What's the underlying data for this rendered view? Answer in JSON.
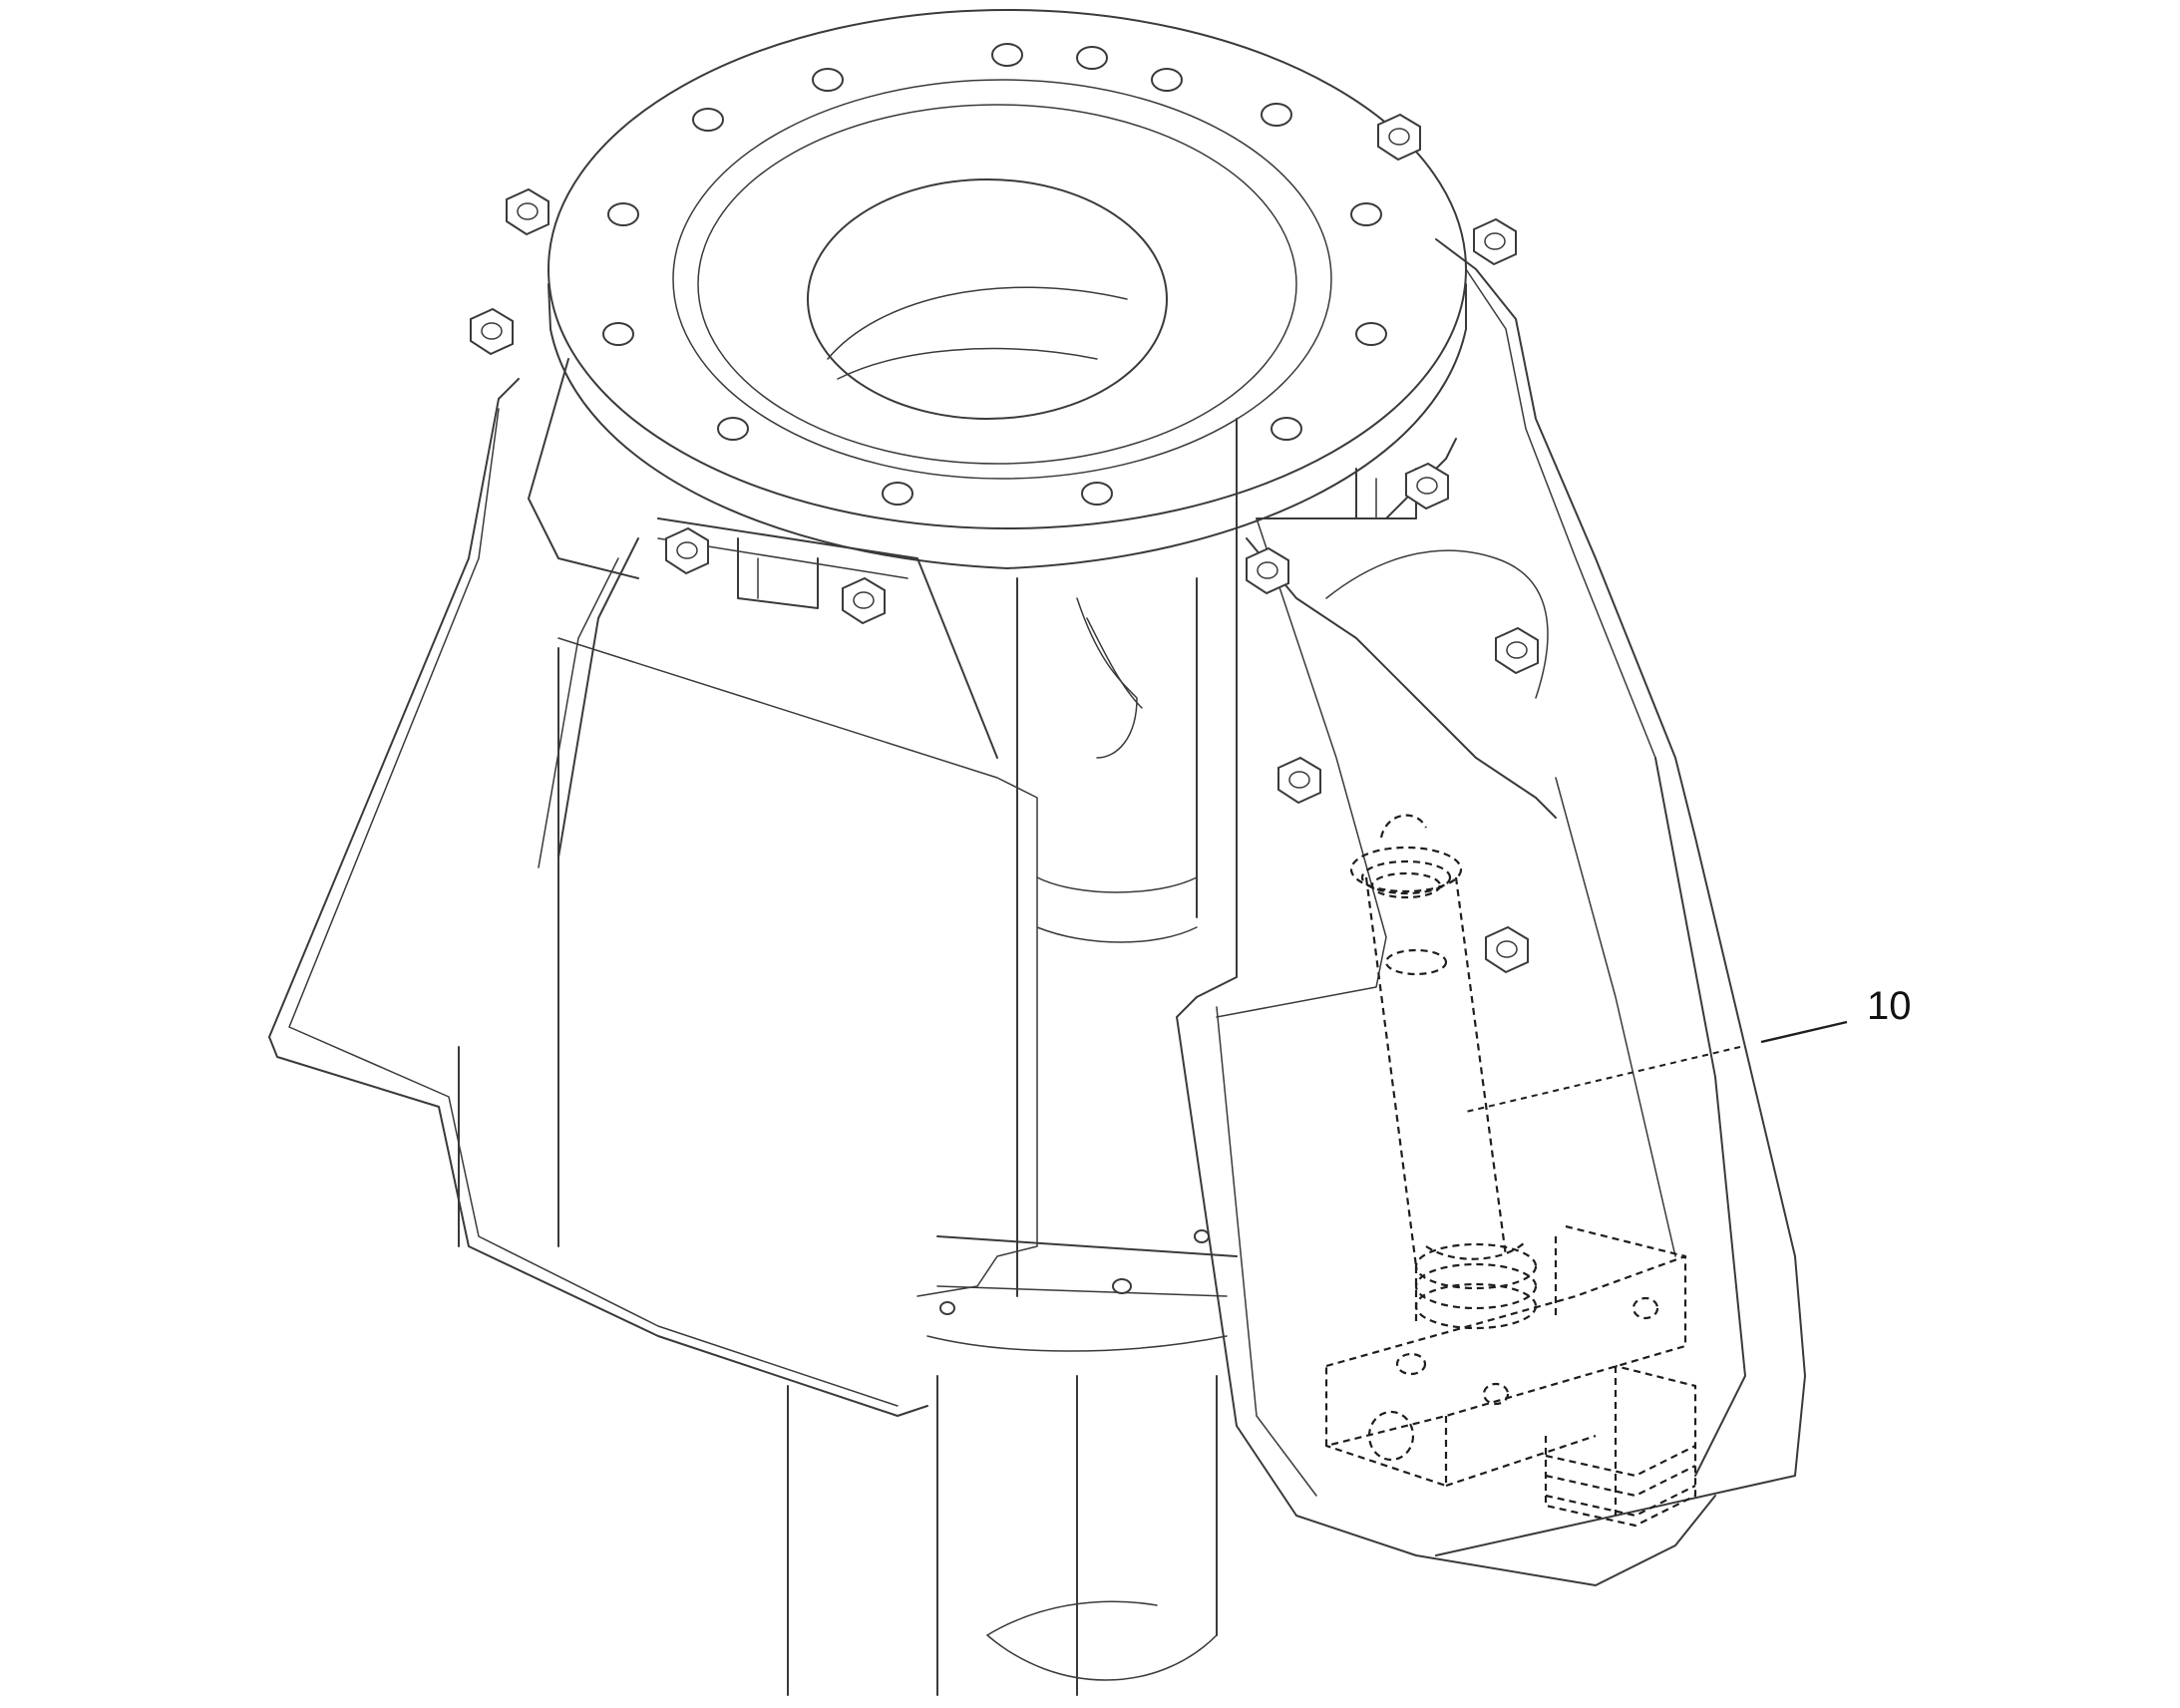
{
  "diagram": {
    "callouts": [
      {
        "id": "part-10",
        "label": "10"
      }
    ],
    "colors": {
      "line": "#3a3a3a",
      "hidden_line": "#1e1e1e",
      "background": "#ffffff"
    },
    "hidden_part_style": "dashed"
  }
}
